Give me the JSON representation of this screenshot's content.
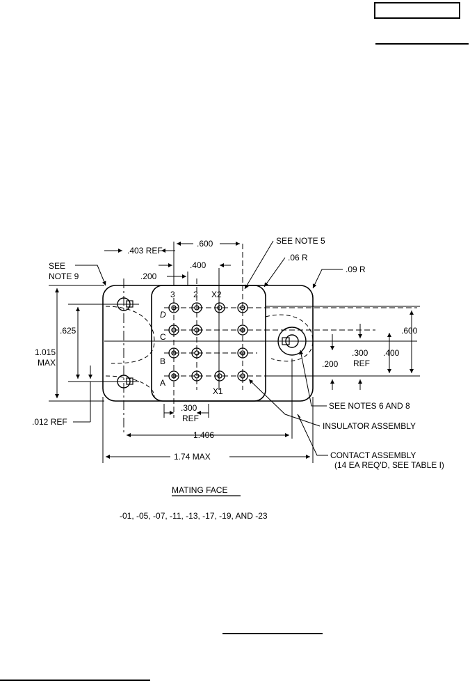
{
  "labels": {
    "see_note_9_line1": "SEE",
    "see_note_9_line2": "NOTE 9",
    "dim_403_ref": ".403 REF",
    "dim_600_top": ".600",
    "dim_400_top": ".400",
    "dim_200_top": ".200",
    "see_note_5": "SEE NOTE 5",
    "radius_06": ".06 R",
    "radius_09": ".09 R",
    "dim_625": ".625",
    "dim_1015_line1": "1.015",
    "dim_1015_line2": "MAX",
    "dim_600_right": ".600",
    "dim_300_ref_right_line1": ".300",
    "dim_300_ref_right_line2": "REF",
    "dim_400_right": ".400",
    "dim_200_right": ".200",
    "dim_300_ref_bottom_line1": ".300",
    "dim_300_ref_bottom_line2": "REF",
    "dim_012_ref": ".012 REF",
    "dim_1406": "1.406",
    "dim_174_max": "1.74 MAX",
    "see_notes_6_8": "SEE NOTES 6 AND 8",
    "insulator_assembly": "INSULATOR ASSEMBLY",
    "contact_assembly_line1": "CONTACT ASSEMBLY",
    "contact_assembly_line2": "(14 EA REQ'D, SEE TABLE I)",
    "mating_face": "MATING FACE",
    "part_numbers": "-01, -05, -07, -11, -13, -17, -19, AND -23"
  },
  "column_labels": [
    "3",
    "2",
    "X2"
  ],
  "column_x1": "X1",
  "row_labels": [
    "D",
    "C",
    "B",
    "A"
  ]
}
